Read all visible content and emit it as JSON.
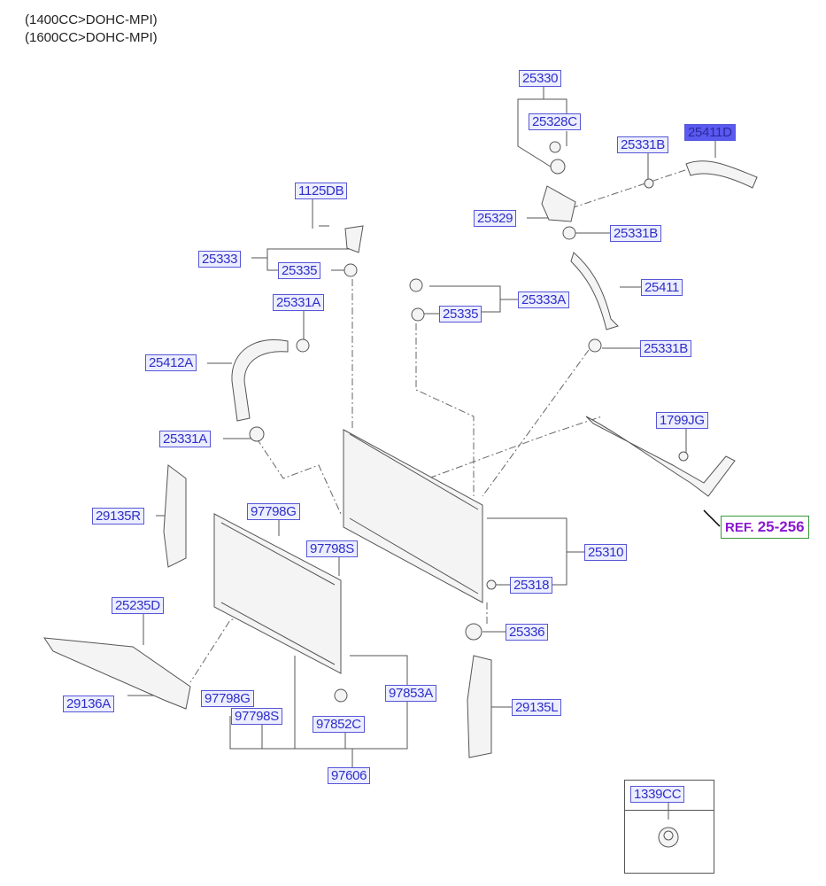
{
  "header": [
    "(1400CC>DOHC-MPI)",
    "(1600CC>DOHC-MPI)"
  ],
  "labels": [
    "25330",
    "25328C",
    "25411D",
    "25331B",
    "1125DB",
    "25329",
    "25331B",
    "25333",
    "25335",
    "25411",
    "25333A",
    "25331A",
    "25335",
    "25331B",
    "25412A",
    "1799JG",
    "25331A",
    "29135R",
    "97798G",
    "97798S",
    "25310",
    "25318",
    "25235D",
    "25336",
    "97798G",
    "97853A",
    "29136A",
    "29135L",
    "97798S",
    "97852C",
    "97606",
    "1339CC"
  ],
  "ref": {
    "prefix": "REF.",
    "code": "25-256"
  },
  "selected": "25411D",
  "colors": {
    "label_text": "#2e2ec8",
    "label_border": "#5656d8",
    "label_bg": "#eceeff",
    "selected_bg": "#5a5af2",
    "ref_text": "#8a1ad0",
    "ref_border": "#3a9a3a"
  }
}
